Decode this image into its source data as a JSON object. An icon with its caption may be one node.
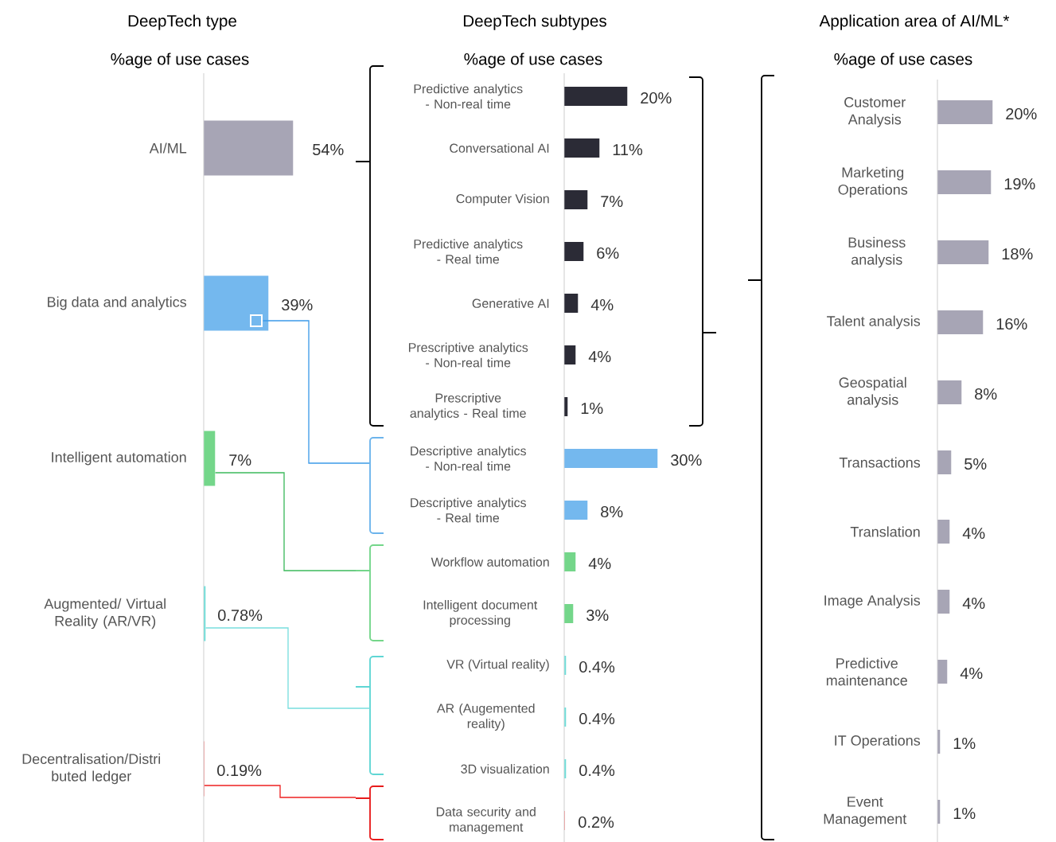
{
  "diagram": {
    "nodes": [
      {
        "text": [],
        "shape": "bar",
        "beside": [
          "AI/ML",
          "54%"
        ]
      },
      {
        "text": [],
        "shape": "bar",
        "beside": [
          "Big data and analytics",
          "39%"
        ]
      },
      {
        "text": [],
        "shape": "bar",
        "beside": [
          "Intelligent automation",
          "7%"
        ]
      },
      {
        "text": [],
        "shape": "bar",
        "beside": [
          "Augmented/ Virtual Reality (AR/VR)",
          "0.78%"
        ]
      },
      {
        "text": [],
        "shape": "bar",
        "beside": [
          "Decentralisation/Distri buted ledger",
          "0.19%"
        ]
      },
      {
        "text": [],
        "shape": "bar",
        "beside": [
          "Predictive analytics - Non-real time",
          "20%"
        ]
      },
      {
        "text": [],
        "shape": "bar",
        "beside": [
          "Conversational AI",
          "11%"
        ]
      },
      {
        "text": [],
        "shape": "bar",
        "beside": [
          "Computer Vision",
          "7%"
        ]
      },
      {
        "text": [],
        "shape": "bar",
        "beside": [
          "Predictive analytics - Real time",
          "6%"
        ]
      },
      {
        "text": [],
        "shape": "bar",
        "beside": [
          "Generative AI",
          "4%"
        ]
      },
      {
        "text": [],
        "shape": "bar",
        "beside": [
          "Prescriptive analytics - Non-real time",
          "4%"
        ]
      },
      {
        "text": [],
        "shape": "bar",
        "beside": [
          "Prescriptive analytics - Real time",
          "1%"
        ]
      },
      {
        "text": [],
        "shape": "bar",
        "beside": [
          "Descriptive analytics - Non-real time",
          "30%"
        ]
      },
      {
        "text": [],
        "shape": "bar",
        "beside": [
          "Descriptive analytics - Real time",
          "8%"
        ]
      },
      {
        "text": [],
        "shape": "bar",
        "beside": [
          "Workflow automation",
          "4%"
        ]
      },
      {
        "text": [],
        "shape": "bar",
        "beside": [
          "Intelligent document processing",
          "3%"
        ]
      },
      {
        "text": [],
        "shape": "bar",
        "beside": [
          "VR (Virtual reality)",
          "0.4%"
        ]
      },
      {
        "text": [],
        "shape": "bar",
        "beside": [
          "AR (Augemented reality)",
          "0.4%"
        ]
      },
      {
        "text": [],
        "shape": "bar",
        "beside": [
          "3D visualization",
          "0.4%"
        ]
      },
      {
        "text": [],
        "shape": "bar",
        "beside": [
          "Data security and management",
          "0.2%"
        ]
      },
      {
        "text": [],
        "shape": "bar",
        "beside": [
          "Customer Analysis",
          "20%"
        ]
      },
      {
        "text": [],
        "shape": "bar",
        "beside": [
          "Marketing Operations",
          "19%"
        ]
      },
      {
        "text": [],
        "shape": "bar",
        "beside": [
          "Business analysis",
          "18%"
        ]
      },
      {
        "text": [],
        "shape": "bar",
        "beside": [
          "Talent analysis",
          "16%"
        ]
      },
      {
        "text": [],
        "shape": "bar",
        "beside": [
          "Geospatial analysis",
          "8%"
        ]
      },
      {
        "text": [],
        "shape": "bar",
        "beside": [
          "Transactions",
          "5%"
        ]
      },
      {
        "text": [],
        "shape": "bar",
        "beside": [
          "Translation",
          "4%"
        ]
      },
      {
        "text": [],
        "shape": "bar",
        "beside": [
          "Image Analysis",
          "4%"
        ]
      },
      {
        "text": [],
        "shape": "bar",
        "beside": [
          "Predictive maintenance",
          "4%"
        ]
      },
      {
        "text": [],
        "shape": "bar",
        "beside": [
          "IT Operations",
          "1%"
        ]
      },
      {
        "text": [],
        "shape": "bar",
        "beside": [
          "Event Management",
          "1%"
        ]
      },
      {
        "text": [],
        "shape": "bracket"
      },
      {
        "text": [],
        "shape": "bracket"
      },
      {
        "text": [],
        "shape": "bracket"
      },
      {
        "text": [],
        "shape": "bracket"
      },
      {
        "text": [],
        "shape": "bracket"
      },
      {
        "text": [],
        "shape": "bracket"
      },
      {
        "text": [],
        "shape": "bracket"
      }
    ],
    "edges": [
      {
        "from": 1,
        "to": 32,
        "arrow": "none",
        "color": "#3d9be9"
      },
      {
        "from": 2,
        "to": 33,
        "arrow": "none",
        "color": "#3dba5c"
      },
      {
        "from": 3,
        "to": 34,
        "arrow": "none",
        "color": "#78dede"
      },
      {
        "from": 4,
        "to": 35,
        "arrow": "none",
        "color": "#ee2222"
      }
    ],
    "labels": [
      "DeepTech type",
      "DeepTech subtypes",
      "Application area of AI/ML*",
      "%age of use cases",
      "%age of use cases",
      "%age of use cases"
    ]
  }
}
